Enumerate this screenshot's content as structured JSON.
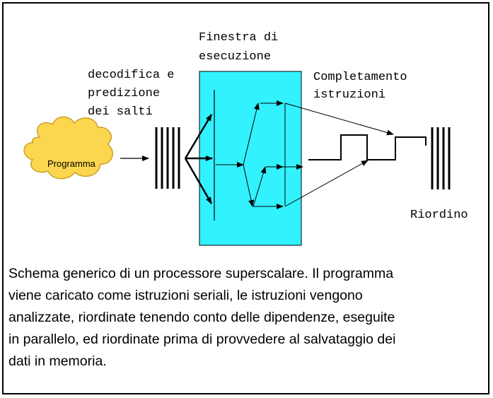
{
  "labels": {
    "window_line1": "Finestra di",
    "window_line2": "esecuzione",
    "decode_line1": "decodifica e",
    "decode_line2": "predizione",
    "decode_line3": "dei salti",
    "complete_line1": "Completamento",
    "complete_line2": "istruzioni",
    "program": "Programma",
    "reorder": "Riordino"
  },
  "colors": {
    "cloud_fill": "#FDD64F",
    "cloud_stroke": "#C9A227",
    "window_fill": "#33F2FF"
  },
  "caption": "Schema generico di un processore superscalare. Il programma\nviene caricato come istruzioni seriali, le istruzioni vengono\nanalizzate, riordinate tenendo conto delle dipendenze, eseguite\nin parallelo, ed riordinate prima di provvedere al salvataggio dei\ndati in memoria."
}
